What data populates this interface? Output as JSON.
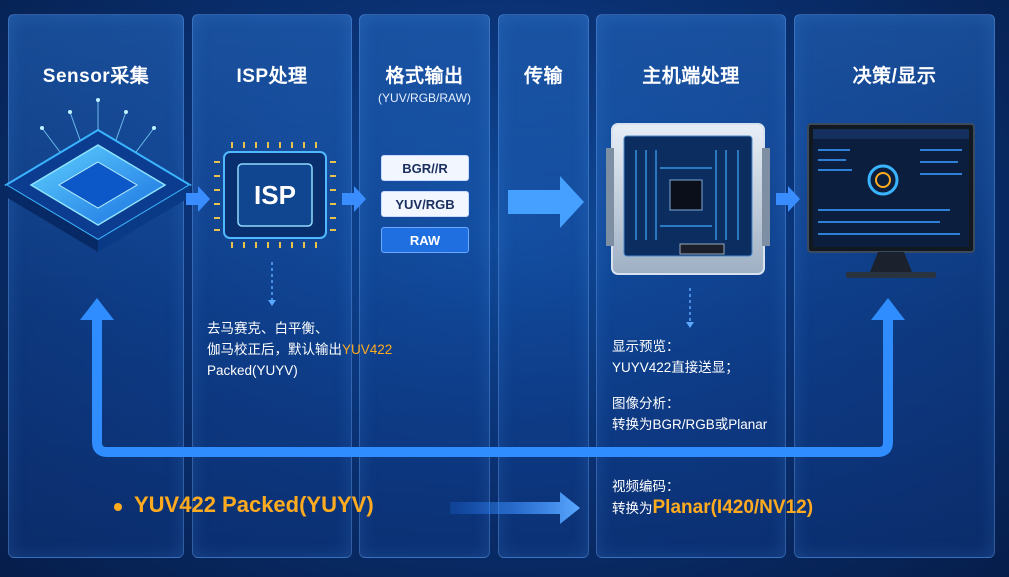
{
  "columns": [
    {
      "title": "Sensor采集",
      "subtitle": ""
    },
    {
      "title": "ISP处理",
      "subtitle": ""
    },
    {
      "title": "格式输出",
      "subtitle": "(YUV/RGB/RAW)"
    },
    {
      "title": "传输",
      "subtitle": ""
    },
    {
      "title": "主机端处理",
      "subtitle": ""
    },
    {
      "title": "决策/显示",
      "subtitle": ""
    }
  ],
  "isp_chip_label": "ISP",
  "formats": [
    "BGR//R",
    "YUV/RGB",
    "RAW"
  ],
  "isp_note": {
    "line1": "去马赛克、白平衡、",
    "line2_prefix": "伽马校正后，默认输出",
    "line2_highlight": "YUV422",
    "line3": "Packed(YUYV)"
  },
  "host_notes": {
    "preview_title": "显示预览：",
    "preview_text": "YUYV422直接送显；",
    "analysis_title": "图像分析：",
    "analysis_text": "转换为BGR/RGB或Planar",
    "encode_title": "视频编码：",
    "encode_prefix": "转换为",
    "encode_highlight": "Planar(I420/NV12)"
  },
  "bottom_label": "YUV422 Packed(YUYV)",
  "colors": {
    "accent_orange": "#ffab1f",
    "arrow_blue": "#3a8dff",
    "background": "#0a3275"
  }
}
